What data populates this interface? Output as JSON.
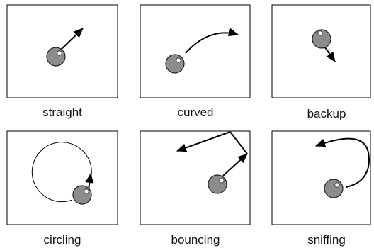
{
  "panels": [
    {
      "id": "straight",
      "label": "straight"
    },
    {
      "id": "curved",
      "label": "curved"
    },
    {
      "id": "backup",
      "label": "backup"
    },
    {
      "id": "circling",
      "label": "circling"
    },
    {
      "id": "bouncing",
      "label": "bouncing"
    },
    {
      "id": "sniffing",
      "label": "sniffing"
    }
  ],
  "colors": {
    "frame": "#000000",
    "ball_fill": "#8c8c8c",
    "ball_stroke": "#222222",
    "eye_fill": "#ffffff",
    "arrow": "#000000",
    "text": "#111111"
  },
  "icons": {
    "ball": "robot-ball-icon",
    "arrow": "motion-arrow-icon"
  }
}
